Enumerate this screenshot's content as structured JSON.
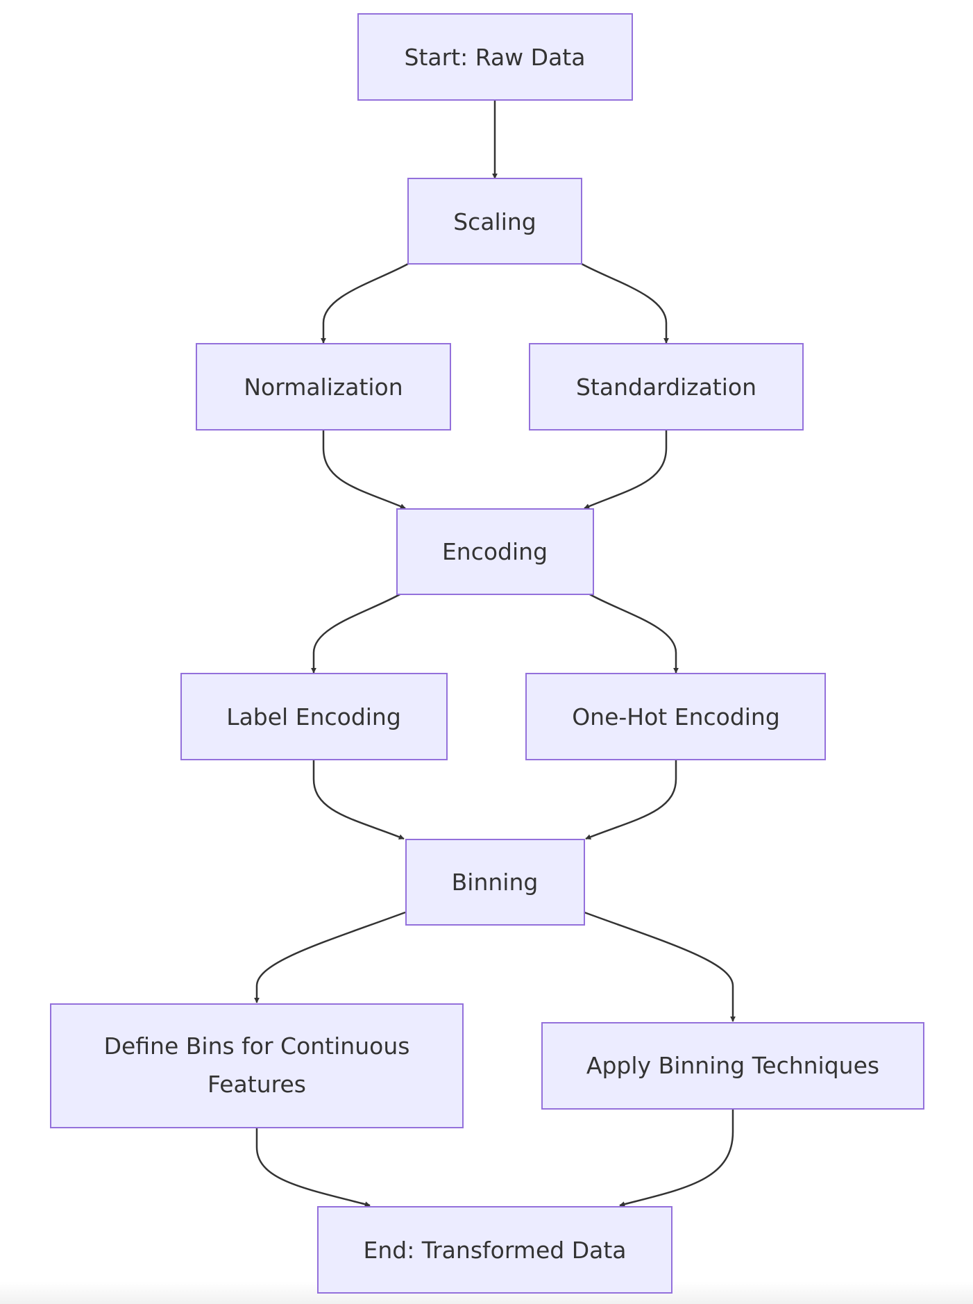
{
  "colors": {
    "node_fill": "#ECECFF",
    "node_stroke": "#9370DB",
    "edge": "#333333",
    "text": "#333333"
  },
  "nodes": {
    "start": "Start: Raw Data",
    "scaling": "Scaling",
    "normalization": "Normalization",
    "standardization": "Standardization",
    "encoding": "Encoding",
    "label_encoding": "Label Encoding",
    "one_hot_encoding": "One-Hot Encoding",
    "binning": "Binning",
    "define_bins": [
      "Define Bins for Continuous",
      "Features"
    ],
    "apply_binning": "Apply Binning Techniques",
    "end": "End: Transformed Data"
  },
  "edges": [
    [
      "start",
      "scaling"
    ],
    [
      "scaling",
      "normalization"
    ],
    [
      "scaling",
      "standardization"
    ],
    [
      "normalization",
      "encoding"
    ],
    [
      "standardization",
      "encoding"
    ],
    [
      "encoding",
      "label_encoding"
    ],
    [
      "encoding",
      "one_hot_encoding"
    ],
    [
      "label_encoding",
      "binning"
    ],
    [
      "one_hot_encoding",
      "binning"
    ],
    [
      "binning",
      "define_bins"
    ],
    [
      "binning",
      "apply_binning"
    ],
    [
      "define_bins",
      "end"
    ],
    [
      "apply_binning",
      "end"
    ]
  ]
}
